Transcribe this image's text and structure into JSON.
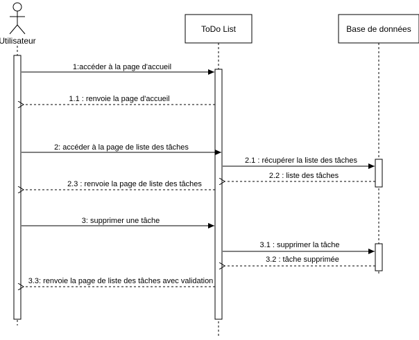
{
  "participants": {
    "actor": "Utilisateur",
    "todo": "ToDo List",
    "db": "Base de données"
  },
  "messages": {
    "m1": "1:accéder à la page d'accueil",
    "m1_1": "1.1 : renvoie la page d'accueil",
    "m2": "2: accéder à la page de liste des tâches",
    "m2_1": "2.1 : récupérer la liste des tâches",
    "m2_2": "2.2 : liste des tâches",
    "m2_3": "2.3 : renvoie la page de liste des tâches",
    "m3": "3: supprimer une tâche",
    "m3_1": "3.1 : supprimer la tâche",
    "m3_2": "3.2 : tâche supprimée",
    "m3_3": "3.3: renvoie la page de liste des tâches avec validation"
  }
}
